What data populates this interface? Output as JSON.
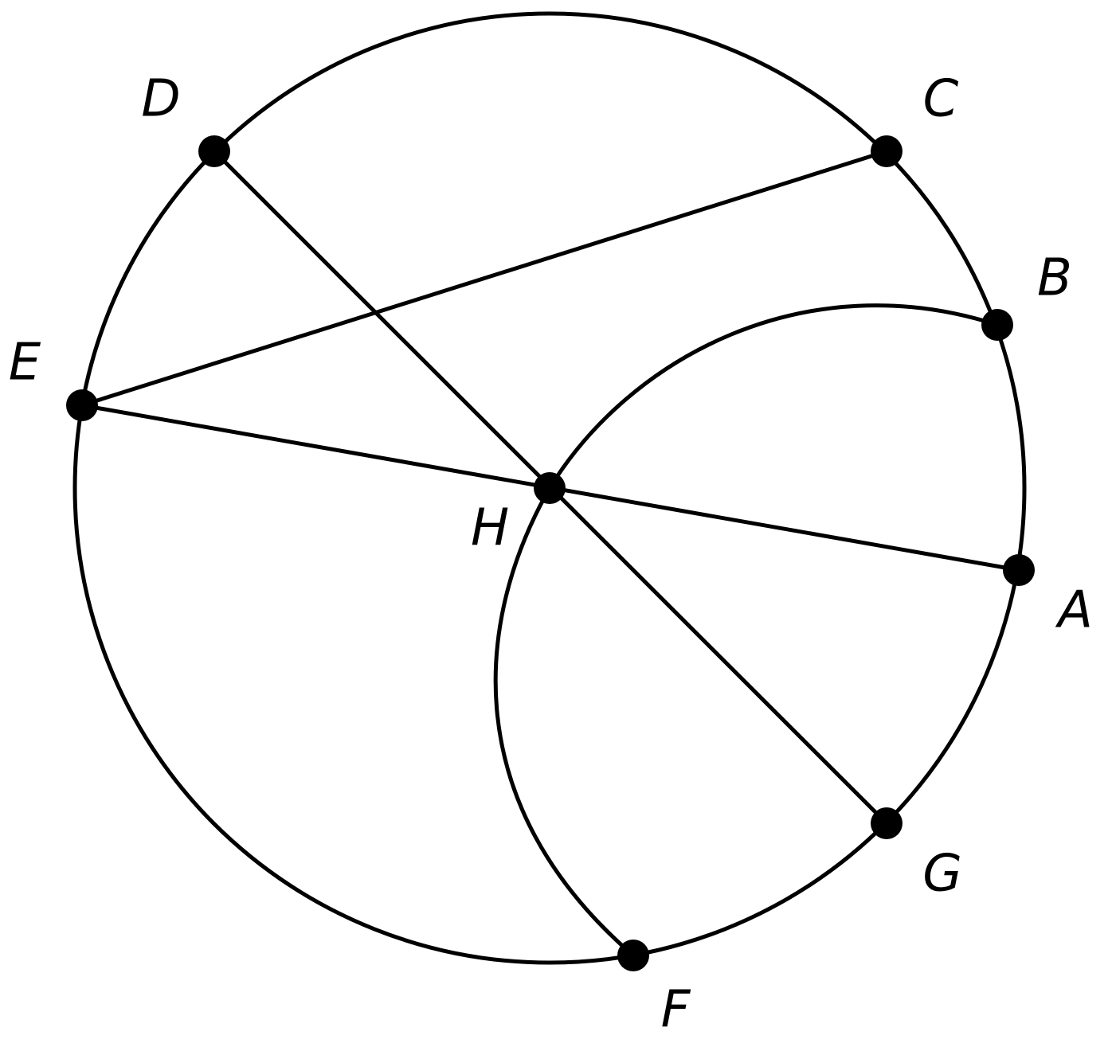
{
  "diagram": {
    "points": [
      {
        "id": "A",
        "label": "A"
      },
      {
        "id": "B",
        "label": "B"
      },
      {
        "id": "C",
        "label": "C"
      },
      {
        "id": "D",
        "label": "D"
      },
      {
        "id": "E",
        "label": "E"
      },
      {
        "id": "F",
        "label": "F"
      },
      {
        "id": "G",
        "label": "G"
      },
      {
        "id": "H",
        "label": "H"
      }
    ],
    "segments": [
      {
        "from": "D",
        "to": "G"
      },
      {
        "from": "E",
        "to": "A"
      },
      {
        "from": "E",
        "to": "C"
      }
    ],
    "arcs": [
      {
        "from": "B",
        "through": "H",
        "to": "F"
      }
    ]
  }
}
